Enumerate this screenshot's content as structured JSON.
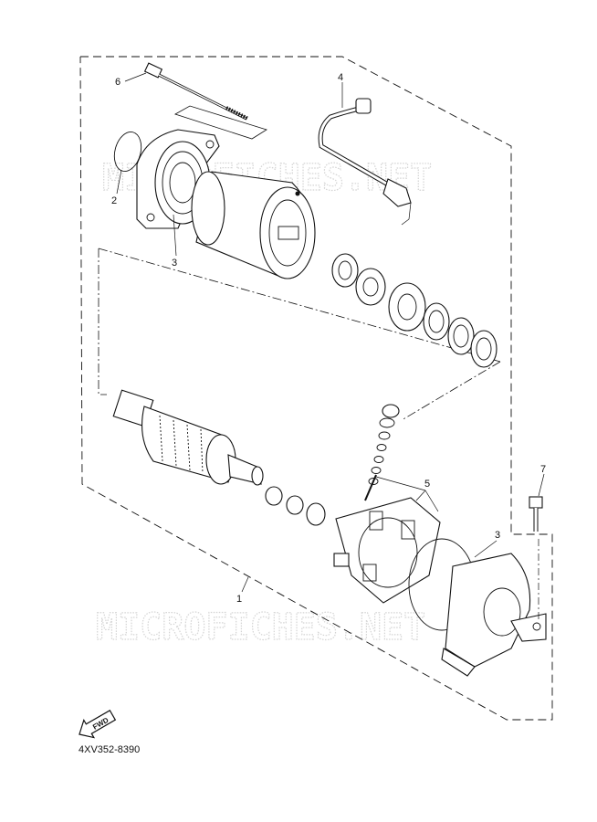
{
  "watermark": "MICROFICHES.NET",
  "diagram_code": "4XV352-8390",
  "fwd_label": "FWD",
  "callouts": [
    "1",
    "2",
    "3",
    "3",
    "4",
    "5",
    "6",
    "7"
  ]
}
